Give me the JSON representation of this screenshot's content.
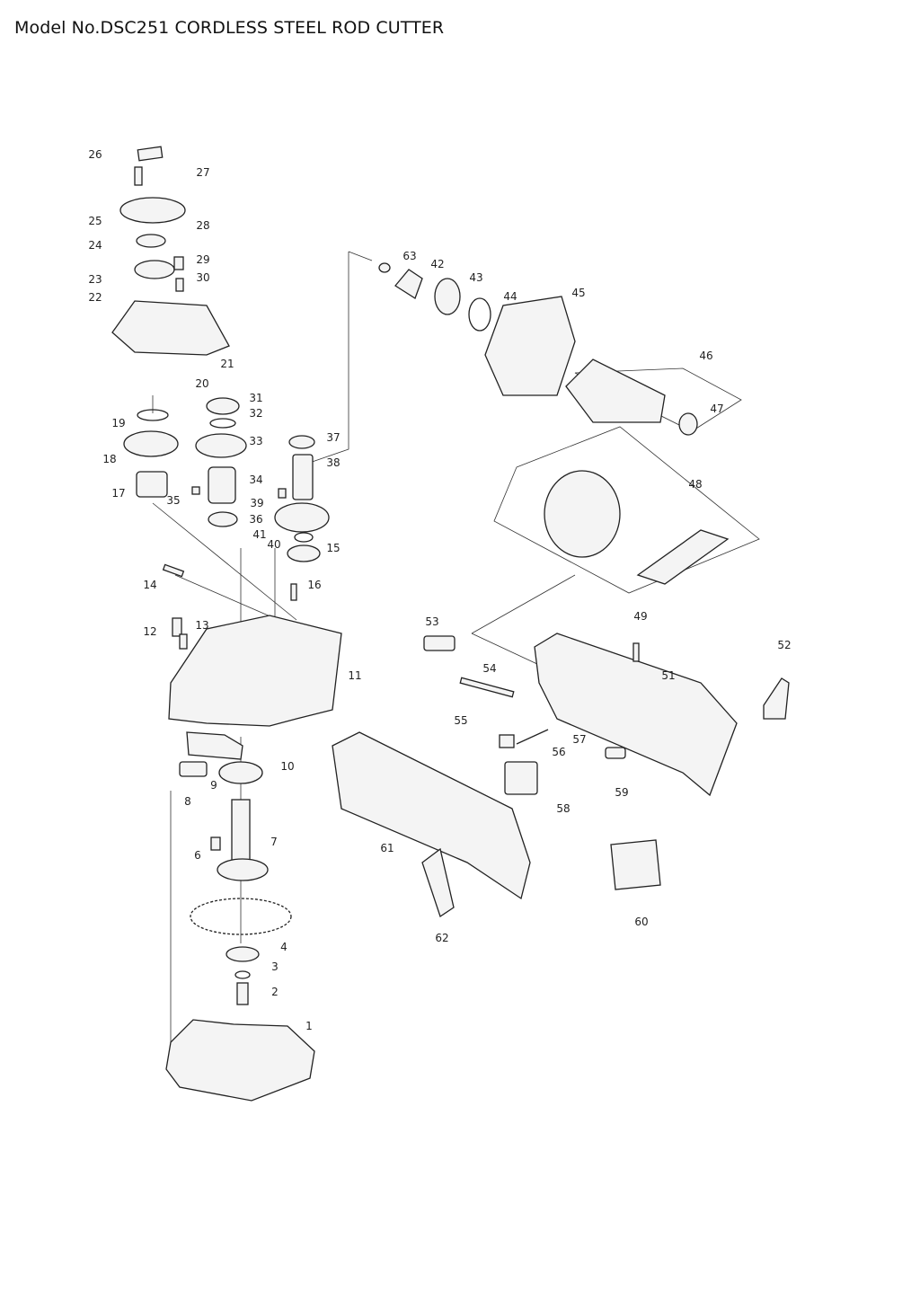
{
  "title": "Model No.DSC251 CORDLESS STEEL ROD CUTTER",
  "parts": [
    "1",
    "2",
    "3",
    "4",
    "6",
    "7",
    "8",
    "9",
    "10",
    "11",
    "12",
    "13",
    "14",
    "15",
    "16",
    "17",
    "18",
    "19",
    "20",
    "21",
    "22",
    "23",
    "24",
    "25",
    "26",
    "27",
    "28",
    "29",
    "30",
    "31",
    "32",
    "33",
    "34",
    "35",
    "36",
    "37",
    "38",
    "39",
    "40",
    "41",
    "42",
    "43",
    "44",
    "45",
    "46",
    "47",
    "48",
    "49",
    "51",
    "52",
    "53",
    "54",
    "55",
    "56",
    "57",
    "58",
    "59",
    "60",
    "61",
    "62",
    "63"
  ]
}
